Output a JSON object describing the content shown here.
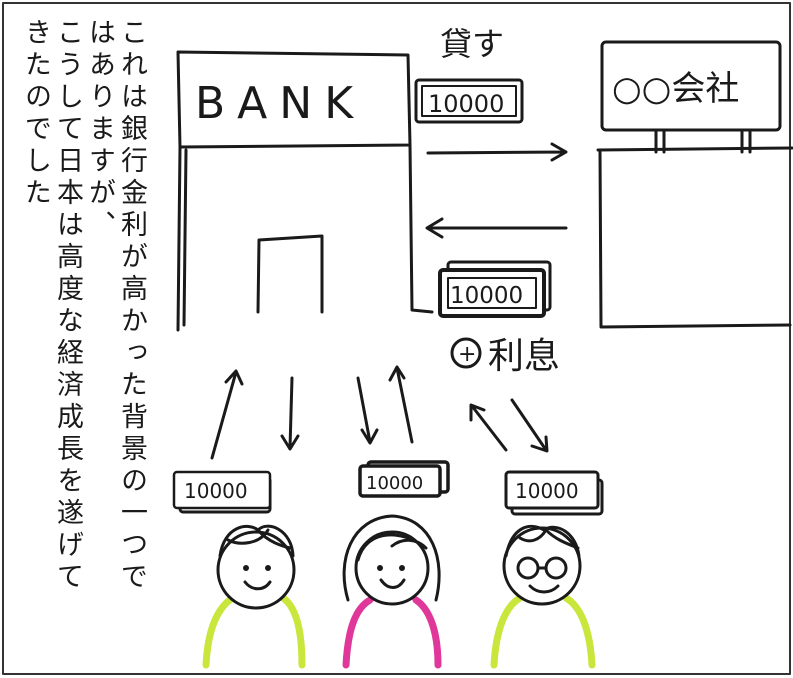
{
  "narration_columns": [
    "これは銀行金利が高かった背景の一つで",
    "はありますが、",
    "こうして日本は高度な経済成長を遂げて",
    "きたのでした"
  ],
  "bank": {
    "sign_label": "BANK"
  },
  "company": {
    "sign_label": "○○会社"
  },
  "transfers": {
    "lend_label": "貸す",
    "loan_amount": "10000",
    "repay_amount": "10000",
    "interest_label": "利息",
    "plus_symbol": "+"
  },
  "people": [
    {
      "bill_amount": "10000",
      "shirt_color": "#c8e63c"
    },
    {
      "bill_amount": "10000",
      "shirt_color": "#e0389a"
    },
    {
      "bill_amount": "10000",
      "shirt_color": "#c8e63c"
    }
  ]
}
